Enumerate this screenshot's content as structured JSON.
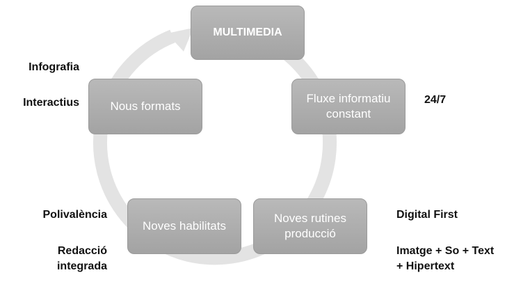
{
  "colors": {
    "node_fill": "#a8a8a8",
    "ring": "#e3e3e3",
    "node_text": "#ffffff",
    "side_text": "#111111"
  },
  "cycle": {
    "nodes": [
      {
        "id": "multimedia",
        "label": "MULTIMEDIA"
      },
      {
        "id": "fluxe",
        "label": "Fluxe informatiu constant"
      },
      {
        "id": "rutines",
        "label": "Noves rutines producció"
      },
      {
        "id": "habilitats",
        "label": "Noves habilitats"
      },
      {
        "id": "formats",
        "label": "Nous formats"
      }
    ]
  },
  "annotations": {
    "infografia": "Infografia",
    "interactius": "Interactius",
    "h247": "24/7",
    "polivalencia": "Polivalència",
    "redaccio": "Redacció integrada",
    "digital_first": "Digital First",
    "imatge": "Imatge + So + Text + Hipertext"
  }
}
